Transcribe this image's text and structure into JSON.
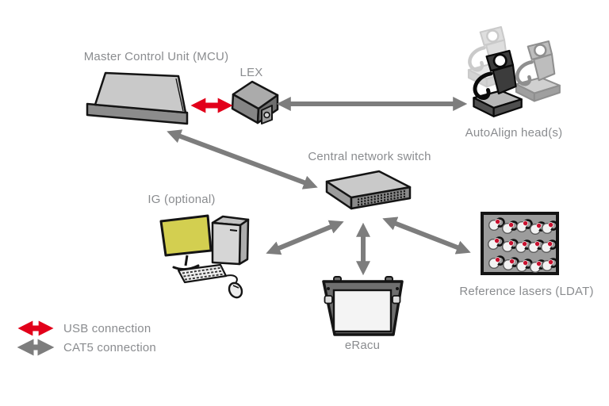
{
  "nodes": {
    "mcu": {
      "label": "Master Control Unit (MCU)"
    },
    "lex": {
      "label": "LEX"
    },
    "autoalign": {
      "label": "AutoAlign head(s)"
    },
    "switch": {
      "label": "Central network switch"
    },
    "ig": {
      "label": "IG (optional)"
    },
    "ldat": {
      "label": "Reference lasers (LDAT)"
    },
    "eracu": {
      "label": "eRacu"
    }
  },
  "legend": {
    "usb": {
      "label": "USB connection",
      "color": "#e2001a"
    },
    "cat5": {
      "label": "CAT5 connection",
      "color": "#7d7d7d"
    }
  },
  "connections": [
    {
      "from": "mcu",
      "to": "lex",
      "type": "USB",
      "bidirectional": true
    },
    {
      "from": "lex",
      "to": "autoalign",
      "type": "CAT5",
      "bidirectional": true
    },
    {
      "from": "mcu",
      "to": "switch",
      "type": "CAT5",
      "bidirectional": true
    },
    {
      "from": "switch",
      "to": "ig",
      "type": "CAT5",
      "bidirectional": true
    },
    {
      "from": "switch",
      "to": "eracu",
      "type": "CAT5",
      "bidirectional": true
    },
    {
      "from": "switch",
      "to": "ldat",
      "type": "CAT5",
      "bidirectional": true
    }
  ],
  "colors": {
    "usb_red": "#e2001a",
    "cat5_gray": "#7d7d7d",
    "label_gray": "#8a8c8f",
    "monitor_screen": "#d3cf50",
    "laser_dot_red": "#c8102e",
    "background": "#ffffff"
  }
}
